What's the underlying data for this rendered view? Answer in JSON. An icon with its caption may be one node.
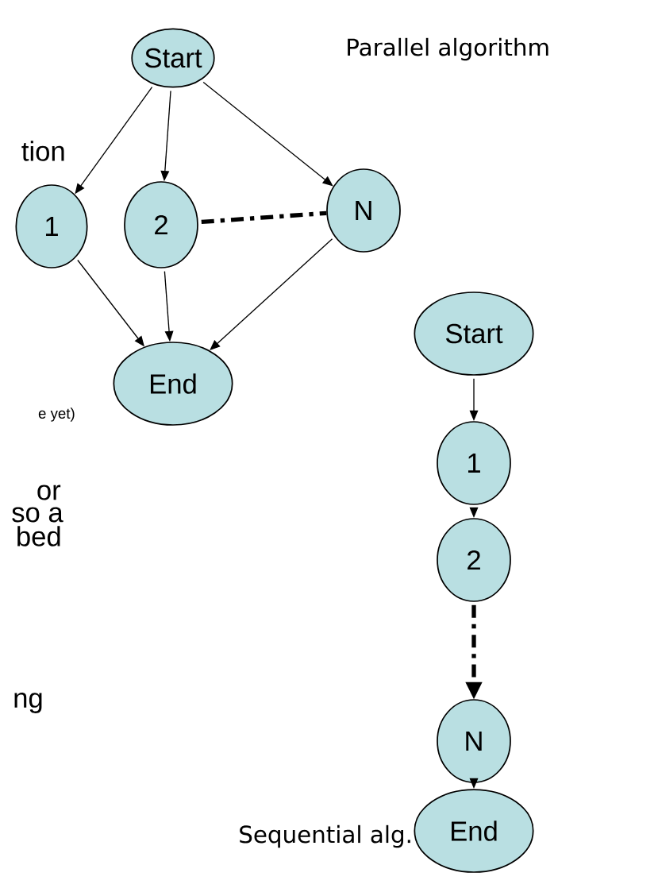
{
  "diagram": {
    "nodes": [
      {
        "text": [
          "Start"
        ]
      },
      {
        "text": [
          "1"
        ]
      },
      {
        "text": [
          "2"
        ]
      },
      {
        "text": [
          "N"
        ]
      },
      {
        "text": [
          "End"
        ]
      },
      {
        "text": [
          "Start"
        ]
      },
      {
        "text": [
          "1"
        ]
      },
      {
        "text": [
          "2"
        ]
      },
      {
        "text": [
          "N"
        ]
      },
      {
        "text": [
          "End"
        ]
      }
    ],
    "edges": [
      {
        "from": 0,
        "to": 1,
        "arrow": "to"
      },
      {
        "from": 0,
        "to": 2,
        "arrow": "to"
      },
      {
        "from": 0,
        "to": 3,
        "arrow": "to"
      },
      {
        "from": 2,
        "to": 3,
        "arrow": "none",
        "style": "dashed"
      },
      {
        "from": 1,
        "to": 4,
        "arrow": "to"
      },
      {
        "from": 2,
        "to": 4,
        "arrow": "to"
      },
      {
        "from": 3,
        "to": 4,
        "arrow": "to"
      },
      {
        "from": 5,
        "to": 6,
        "arrow": "to"
      },
      {
        "from": 6,
        "to": 7,
        "arrow": "to"
      },
      {
        "from": 7,
        "to": 8,
        "arrow": "to",
        "style": "dashed"
      },
      {
        "from": 8,
        "to": 9,
        "arrow": "to"
      }
    ],
    "labels": [
      "tion",
      "Parallel algorithm",
      "e yet)",
      "or",
      "so a",
      "bed",
      "ng",
      "Sequential alg."
    ]
  }
}
